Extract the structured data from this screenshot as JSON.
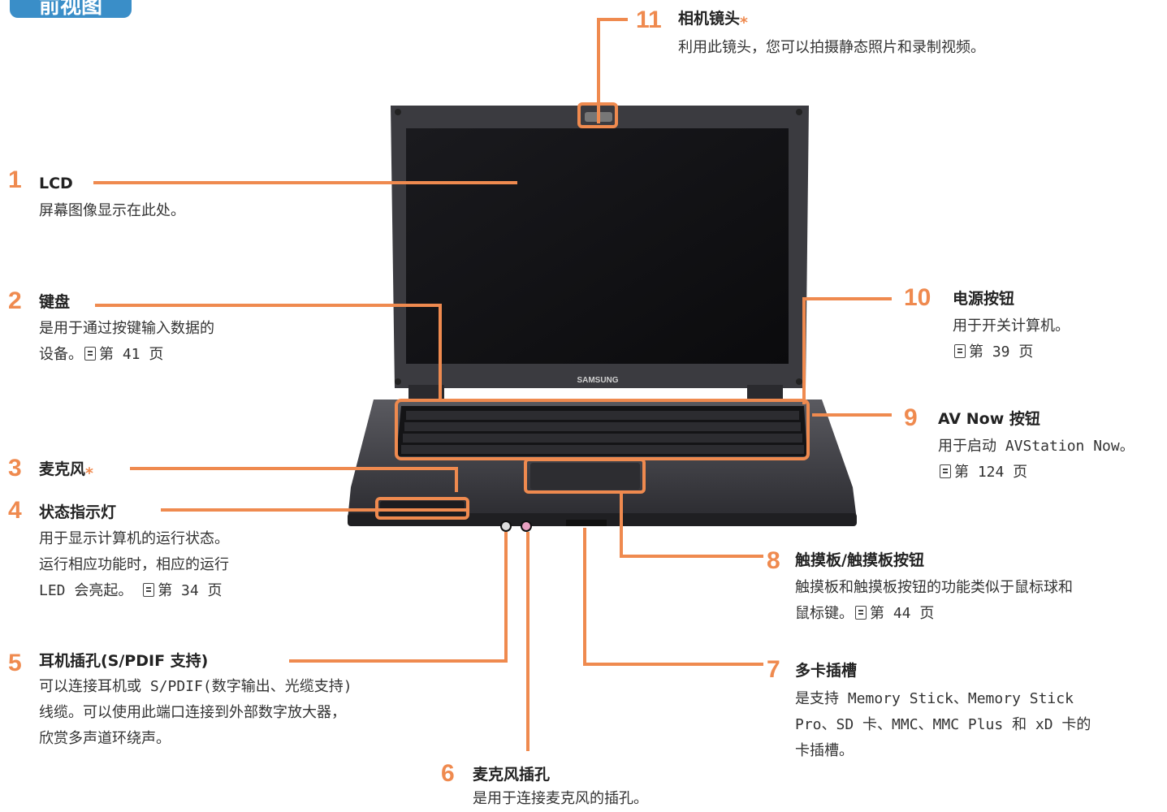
{
  "header": {
    "section_title": "前视图"
  },
  "callouts": [
    {
      "num": "1",
      "title": "LCD",
      "lines": [
        "屏幕图像显示在此处。"
      ]
    },
    {
      "num": "2",
      "title": "键盘",
      "lines": [
        "是用于通过按键输入数据的",
        "设备。"
      ],
      "ref": "第 41 页"
    },
    {
      "num": "3",
      "title": "麦克风",
      "star": "⁎"
    },
    {
      "num": "4",
      "title": "状态指示灯",
      "lines": [
        "用于显示计算机的运行状态。",
        "运行相应功能时，相应的运行",
        "LED 会亮起。 "
      ],
      "ref": "第 34 页"
    },
    {
      "num": "5",
      "title": "耳机插孔(S/PDIF 支持)",
      "lines": [
        "可以连接耳机或 S/PDIF(数字输出、光缆支持)",
        "线缆。可以使用此端口连接到外部数字放大器，",
        "欣赏多声道环绕声。"
      ]
    },
    {
      "num": "6",
      "title": "麦克风插孔",
      "lines": [
        "是用于连接麦克风的插孔。"
      ]
    },
    {
      "num": "7",
      "title": "多卡插槽",
      "lines": [
        "是支持 Memory Stick、Memory Stick",
        "Pro、SD 卡、MMC、MMC Plus 和 xD 卡的",
        "卡插槽。"
      ]
    },
    {
      "num": "8",
      "title": "触摸板/触摸板按钮",
      "lines": [
        "触摸板和触摸板按钮的功能类似于鼠标球和",
        "鼠标键。"
      ],
      "ref": "第 44 页"
    },
    {
      "num": "9",
      "title": "AV Now 按钮",
      "lines": [
        "用于启动 AVStation Now。"
      ],
      "ref": "第 124 页"
    },
    {
      "num": "10",
      "title": "电源按钮",
      "lines": [
        "用于开关计算机。"
      ],
      "ref": "第 39 页"
    },
    {
      "num": "11",
      "title": "相机镜头",
      "star": "⁎",
      "lines": [
        "利用此镜头，您可以拍摄静态照片和录制视频。"
      ]
    }
  ],
  "laptop": {
    "brand": "SAMSUNG"
  },
  "colors": {
    "accent": "#ef8a4f",
    "tab": "#3a8ec8"
  }
}
